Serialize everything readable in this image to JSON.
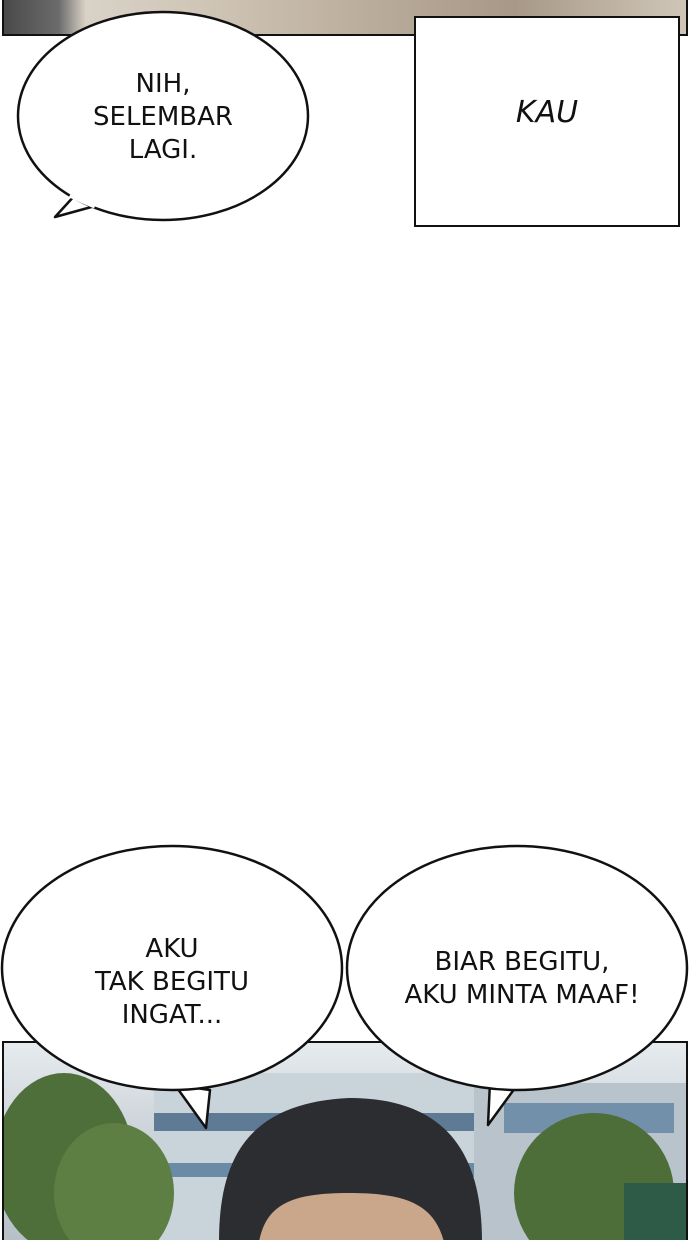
{
  "bubbles": {
    "top_left": "NIH,\nSELEMBAR\nLAGI.",
    "bottom_left": "AKU\nTAK BEGITU\nINGAT...",
    "bottom_right": "BIAR BEGITU,\nAKU MINTA MAAF!"
  },
  "narration": {
    "text": "KAU"
  },
  "colors": {
    "ink": "#111111",
    "paper": "#ffffff"
  }
}
